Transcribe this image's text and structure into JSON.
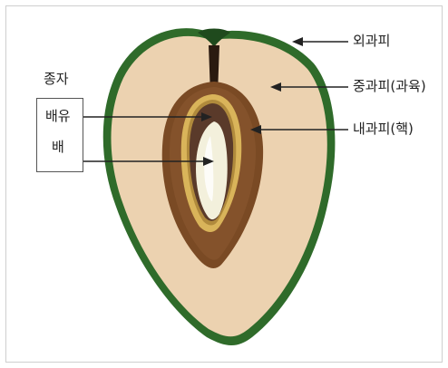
{
  "labels": {
    "seed": "종자",
    "endosperm": "배유",
    "embryo": "배",
    "exocarp": "외과피",
    "mesocarp": "중과피(과육)",
    "endocarp": "내과피(핵)"
  },
  "colors": {
    "exocarp": "#2f6b2a",
    "mesocarp": "#ecd2b0",
    "endocarp": "#7a4a24",
    "seed_coat": "#d9b45a",
    "endosperm": "#5a3a2a",
    "embryo": "#f3f0dc"
  }
}
